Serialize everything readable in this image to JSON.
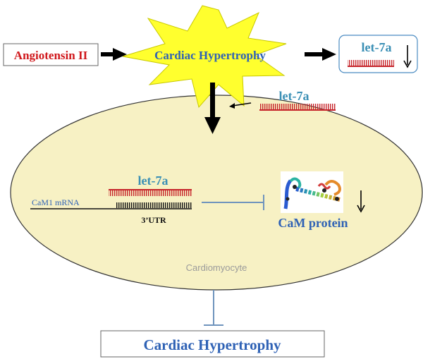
{
  "input_label": "Angiotensin II",
  "burst_label": "Cardiac Hypertrophy",
  "top_right_box": {
    "label": "let-7a"
  },
  "mid_mirna_label": "let-7a",
  "cell": {
    "mirna_label": "let-7a",
    "mrna_label": "CaM1 mRNA",
    "utr_label": "3’UTR",
    "protein_label": "CaM protein",
    "cell_label": "Cardiomyocyte"
  },
  "outcome_label": "Cardiac Hypertrophy",
  "colors": {
    "ellipse_fill": "#f7f1c4",
    "burst_fill": "#ffff2e",
    "red_text": "#d0181c",
    "teal_text": "#3a8fb5",
    "blue_text": "#2f62b5",
    "mirna_red": "#c6252b",
    "inhibit_blue": "#6f94bd",
    "gray_text": "#9b9b9b"
  },
  "icons": [
    "protein-structure-icon",
    "down-arrow-icon"
  ]
}
